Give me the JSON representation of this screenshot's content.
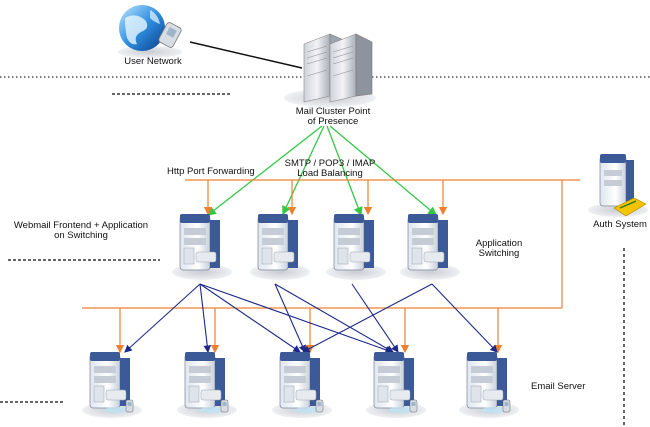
{
  "labels": {
    "user_network": "User Network",
    "mail_cluster_line1": "Mail Cluster Point",
    "mail_cluster_line2": "of Presence",
    "http_forwarding": "Http Port Forwarding",
    "smtp_line1": "SMTP / POP3 / IMAP",
    "smtp_line2": "Load Balancing",
    "webmail_line1": "Webmail Frontend + Application",
    "webmail_line2": "on Switching",
    "app_switching_line1": "Application",
    "app_switching_line2": "Switching",
    "auth_system": "Auth System",
    "email_server": "Email Server"
  },
  "icons": {
    "user_network": "globe-with-phone-icon",
    "mail_cluster": "rack-server-icon",
    "app_server": "tower-server-icon",
    "email_server": "tower-server-with-phone-icon",
    "auth_system": "server-with-key-card-icon"
  },
  "colors": {
    "green_link": "#35c845",
    "orange_bus": "#f08030",
    "blue_link": "#1e2a8a",
    "server_blue": "#3c5a98",
    "dotted": "#333333"
  }
}
